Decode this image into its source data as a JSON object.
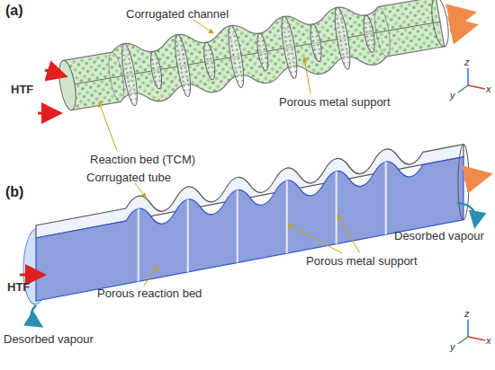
{
  "diagram": {
    "labels": [
      "(a)",
      "Corrugated channel",
      "HTF",
      "Porous metal support",
      "Reaction bed (TCM)",
      "z",
      "y",
      "x",
      "(b)",
      "Corrugated tube",
      "Desorbed vapour",
      "HTF",
      "Porous metal support",
      "Porous reaction bed",
      "Desorbed vapour",
      "z",
      "y",
      "x"
    ]
  }
}
